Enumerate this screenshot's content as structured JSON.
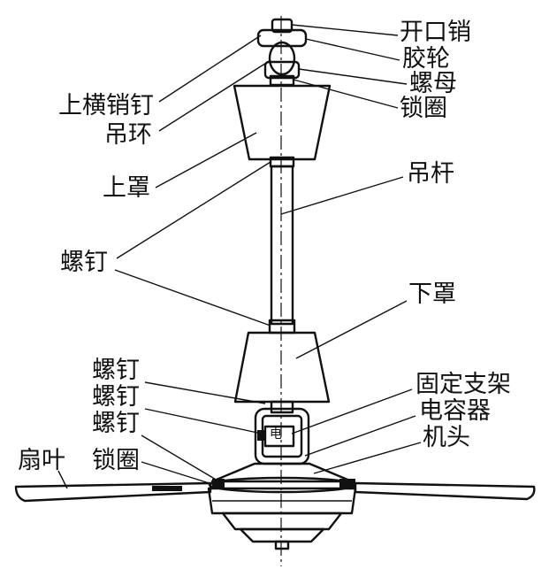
{
  "labels": {
    "cotter_pin": "开口销",
    "rubber_wheel": "胶轮",
    "nut": "螺母",
    "lock_ring_top": "锁圈",
    "upper_pin": "上横销钉",
    "hanging_ring": "吊环",
    "upper_cover": "上罩",
    "down_rod": "吊杆",
    "screw_rod": "螺钉",
    "lower_cover": "下罩",
    "screw_a": "螺钉",
    "screw_b": "螺钉",
    "screw_c": "螺钉",
    "bracket": "固定支架",
    "capacitor": "电容器",
    "capacitor_mark": "电",
    "motor_head": "机头",
    "blade": "扇叶",
    "lock_ring_bottom": "锁圈"
  }
}
